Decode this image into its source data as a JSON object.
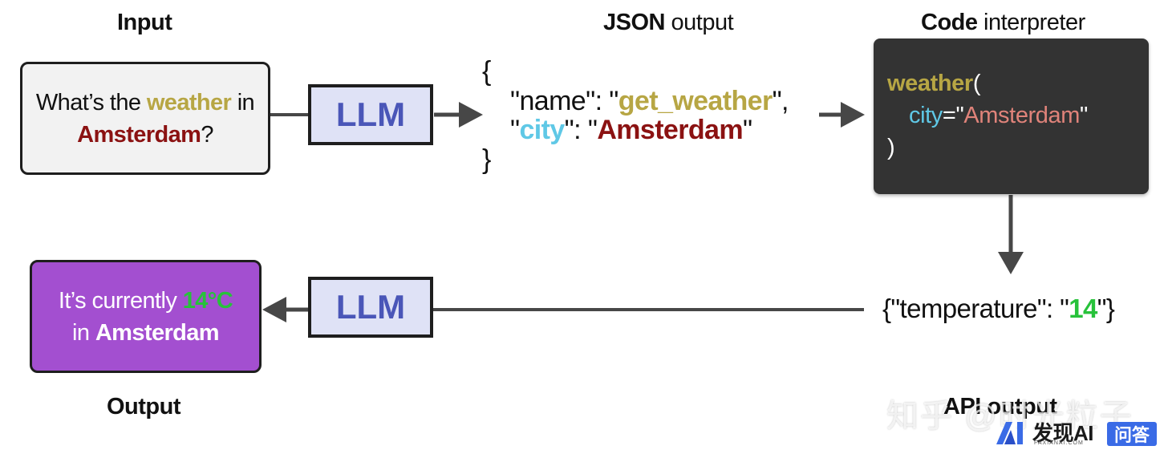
{
  "colors": {
    "yellow": "#b7a644",
    "darkred": "#8b1212",
    "cyan": "#5fc8e6",
    "green": "#27c23a",
    "salmon": "#e0837a",
    "llm_text": "#4a56b8",
    "llm_bg": "#dfe2f6",
    "output_bg": "#a34fd0",
    "code_bg": "#333333"
  },
  "headings": {
    "input": "Input",
    "json_bold": "JSON",
    "json_rest": " output",
    "code_bold": "Code",
    "code_rest": " interpreter",
    "output": "Output",
    "api_output": "API output"
  },
  "input_box": {
    "part1": "What’s the ",
    "weather": "weather",
    "part2": " in",
    "amsterdam": "Amsterdam",
    "question": "?"
  },
  "llm_label": "LLM",
  "json": {
    "open": "{",
    "name_key": "\"name\": \"",
    "name_value": "get_weather",
    "name_end": "\",",
    "city_q1": "\"",
    "city_key": "city",
    "city_mid": "\": \"",
    "city_value": "Amsterdam",
    "city_end": "\"",
    "close": "}"
  },
  "code": {
    "func": "weather",
    "paren_open": "(",
    "arg": "city",
    "eq": "=",
    "q1": "\"",
    "value": "Amsterdam",
    "q2": "\"",
    "paren_close": ")"
  },
  "api": {
    "prefix": "{\"temperature\": \"",
    "value": "14",
    "suffix": "\"}"
  },
  "output_box": {
    "part1": "It’s currently ",
    "temp": "14°C",
    "part2": "in ",
    "city": "Amsterdam"
  },
  "watermark": {
    "zhihu": "知乎 @时光粒子",
    "brand": "发现AI",
    "brand_sub": "FAXIANAI.COM",
    "qa": "问答",
    "logo_text": "AI"
  }
}
